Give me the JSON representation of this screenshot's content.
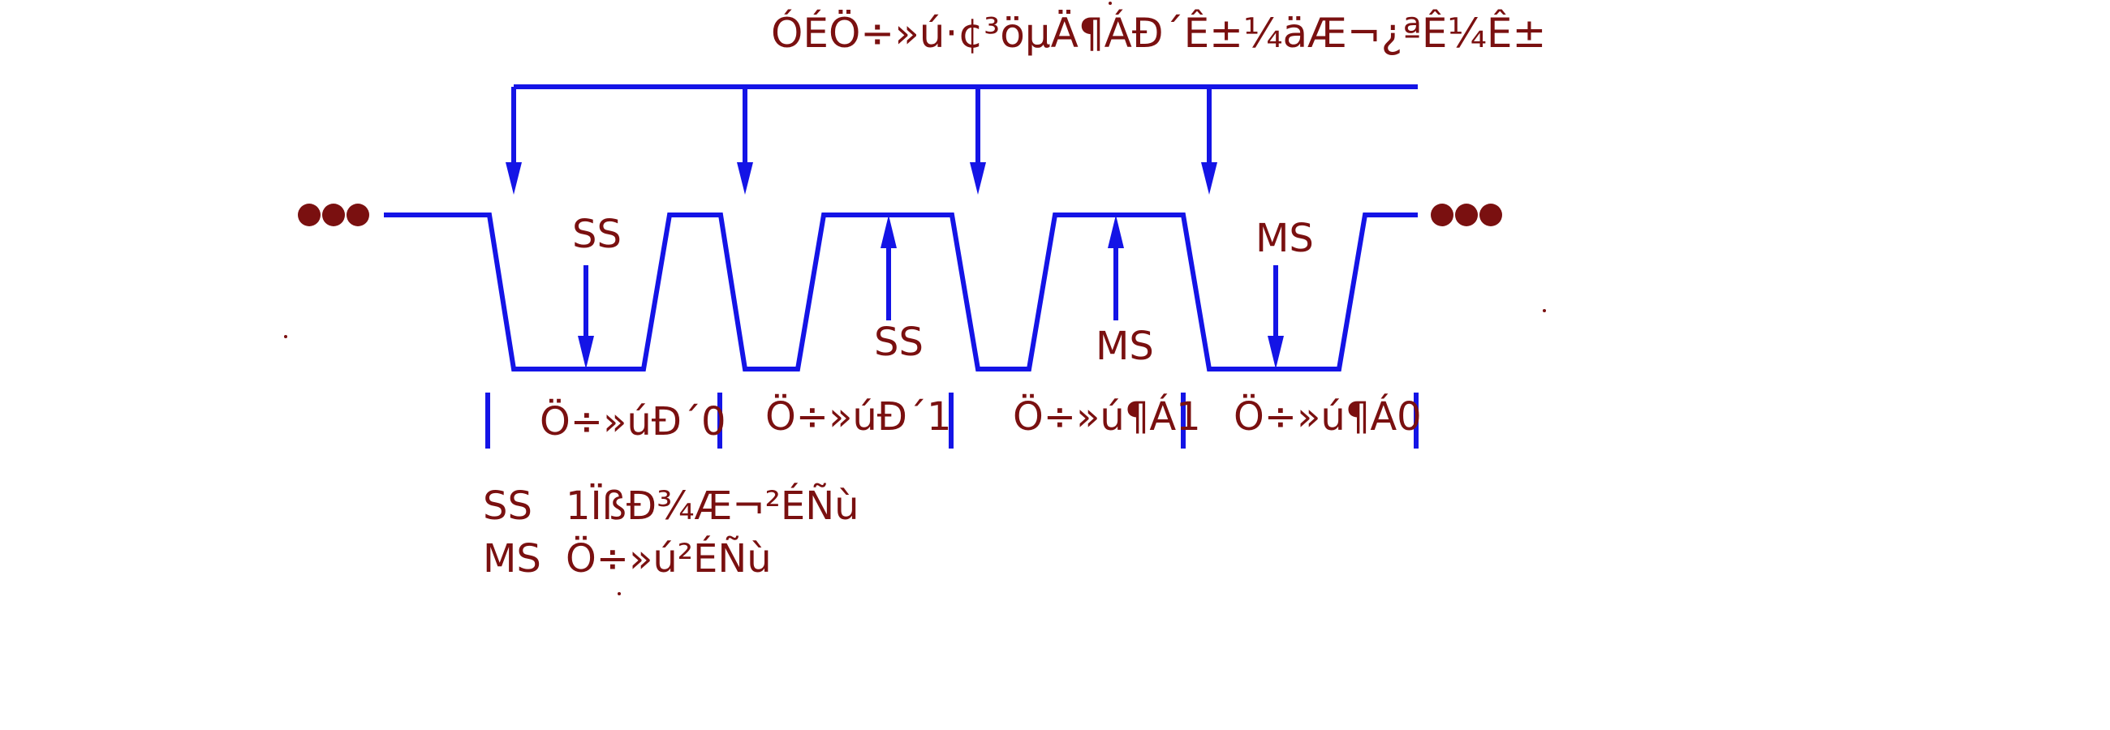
{
  "title": "ÓÉÖ÷»ú·¢³öµÄ¶ÁÐ´Ê±¼äÆ¬¿ªÊ¼Ê±",
  "labels": {
    "ss_pulse_1": "SS",
    "ss_pulse_3": "SS",
    "ms_pulse_4": "MS",
    "ms_pulse_5": "MS"
  },
  "slots": [
    "Ö÷»úÐ´0",
    "Ö÷»úÐ´1",
    "Ö÷»ú¶Á1",
    "Ö÷»ú¶Á0"
  ],
  "legend": [
    {
      "key": "SS",
      "text": "1ÏßÐ¾Æ¬²ÉÑù"
    },
    {
      "key": "MS",
      "text": "Ö÷»ú²ÉÑù"
    }
  ],
  "colors": {
    "wire": "#1414e6",
    "text": "#7a1010"
  }
}
